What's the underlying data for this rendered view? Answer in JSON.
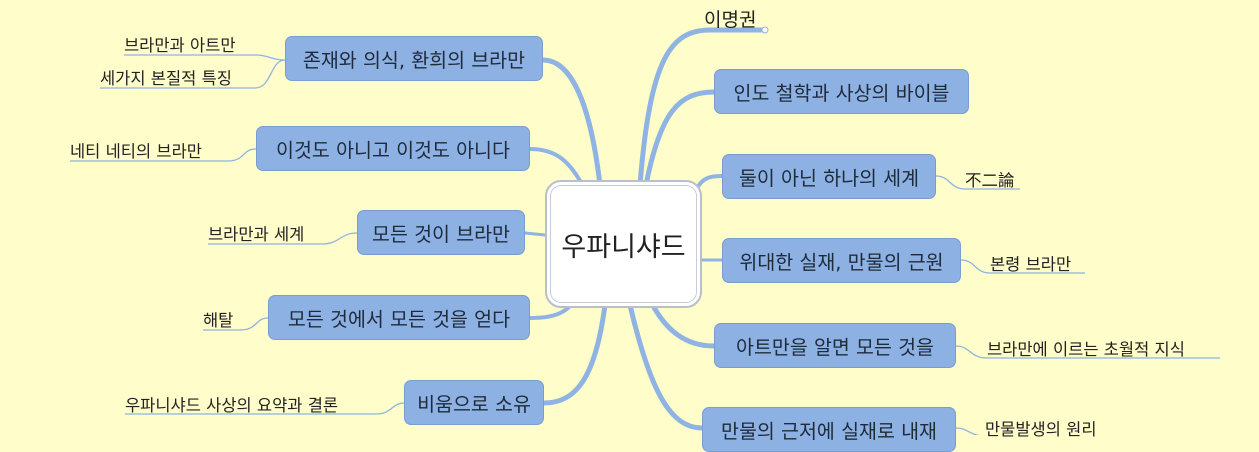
{
  "center": {
    "label": "우파니샤드"
  },
  "right": [
    {
      "label": "이명권",
      "plain": true
    },
    {
      "label": "인도 철학과 사상의 바이블"
    },
    {
      "label": "둘이 아닌 하나의 세계",
      "child": "不二論"
    },
    {
      "label": "위대한 실재, 만물의 근원",
      "child": "본령 브라만"
    },
    {
      "label": "아트만을 알면 모든 것을",
      "child": "브라만에 이르는 초월적 지식"
    },
    {
      "label": "만물의 근저에 실재로 내재",
      "child": "만물발생의 원리"
    }
  ],
  "left": [
    {
      "label": "존재와 의식, 환희의 브라만",
      "children": [
        "브라만과 아트만",
        "세가지 본질적 특징"
      ]
    },
    {
      "label": "이것도 아니고 이것도 아니다",
      "children": [
        "네티 네티의 브라만"
      ]
    },
    {
      "label": "모든 것이 브라만",
      "children": [
        "브라만과 세계"
      ]
    },
    {
      "label": "모든 것에서 모든 것을 얻다",
      "children": [
        "해탈"
      ]
    },
    {
      "label": "비움으로 소유",
      "children": [
        "우파니샤드 사상의 요약과 결론"
      ]
    }
  ],
  "colors": {
    "background": "#fffdc9",
    "node": "#8db1e3",
    "line": "#8fb3e3"
  }
}
